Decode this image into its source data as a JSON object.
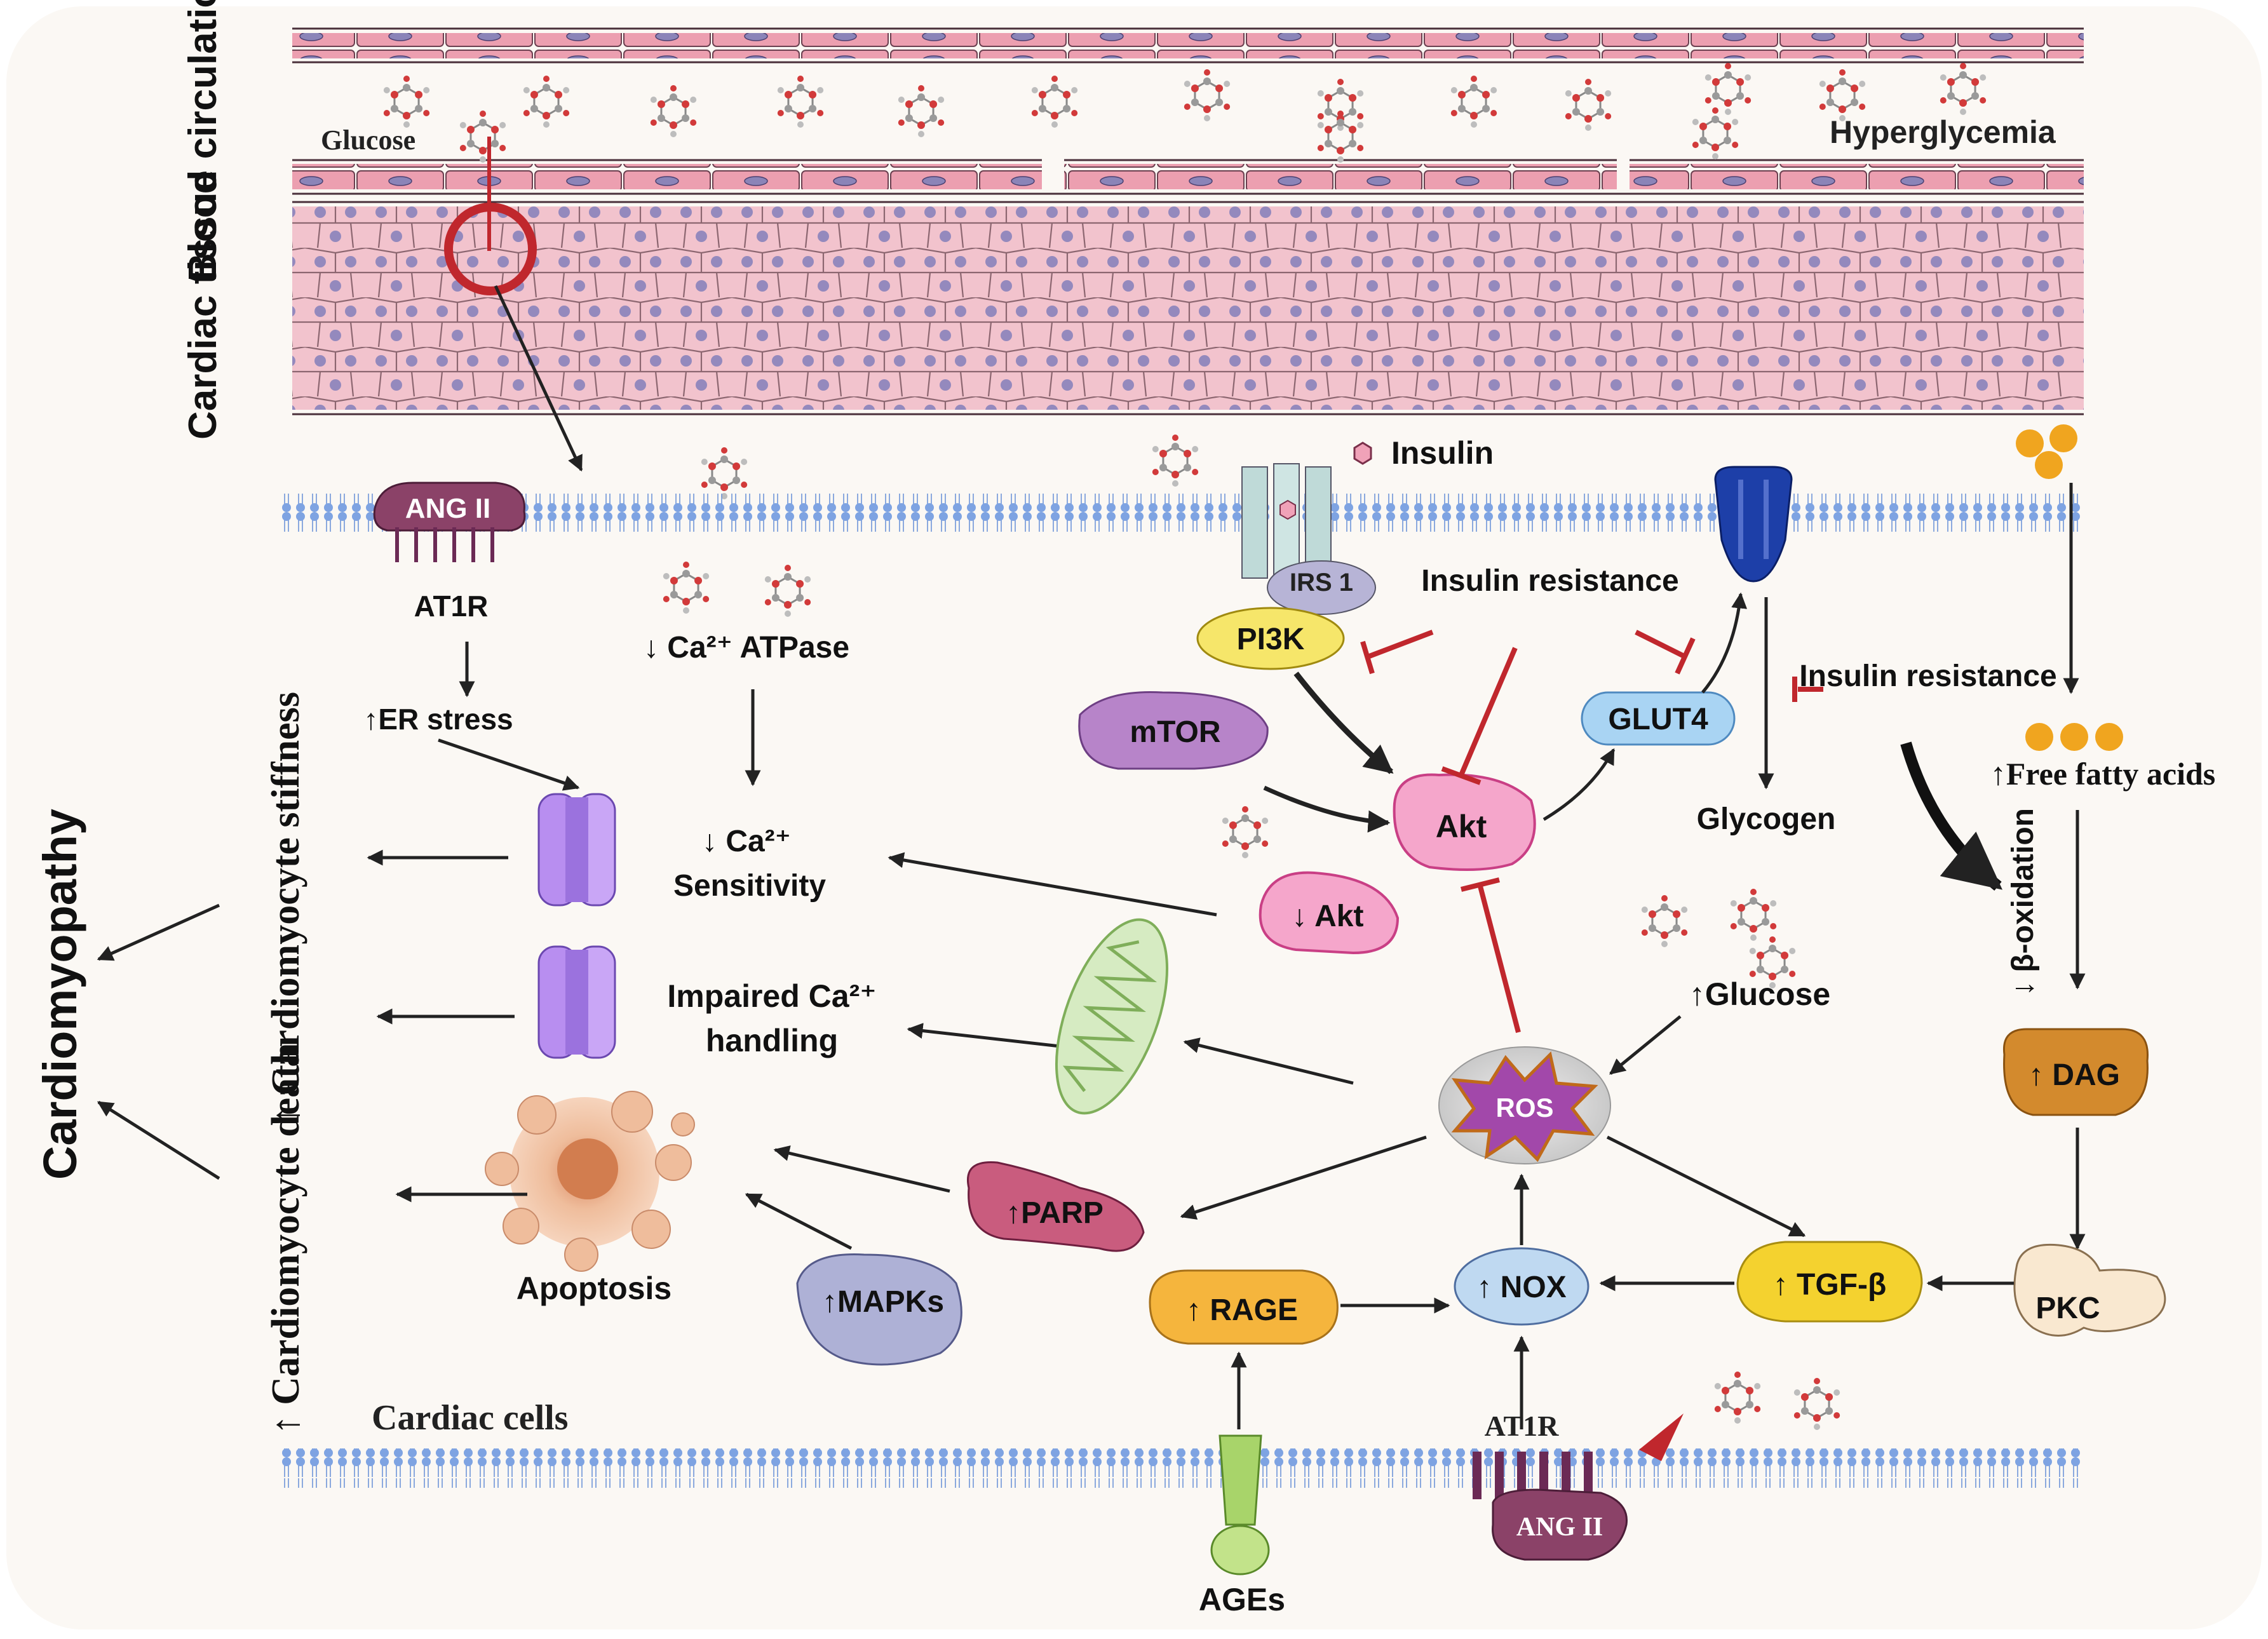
{
  "sections": {
    "blood_circulation": "Blood circulation",
    "cardiac_tissue": "Cardiac tissue",
    "cardiac_cells": "Cardiac cells"
  },
  "labels": {
    "glucose": "Glucose",
    "hyperglycemia": "Hyperglycemia",
    "insulin": "Insulin",
    "ang2_top": "ANG II",
    "at1r_top": "AT1R",
    "ca_atpase": "↓ Ca²⁺ ATPase",
    "er_stress": "↑ER stress",
    "ca_sensitivity_1": "↓ Ca²⁺",
    "ca_sensitivity_2": "Sensitivity",
    "impaired_1": "Impaired Ca²⁺",
    "impaired_2": "handling",
    "apoptosis": "Apoptosis",
    "stiffness": "↑ Cardiomyocyte stiffness",
    "death": "↑ Cardiomyocyte death",
    "cardiomyopathy": "Cardiomyopathy",
    "irs": "IRS 1",
    "pi3k": "PI3K",
    "mtor": "mTOR",
    "akt": "Akt",
    "akt_down": "↓ Akt",
    "glut4": "GLUT4",
    "insulin_resistance_1": "Insulin resistance",
    "insulin_resistance_2": "Insulin resistance",
    "glycogen": "Glycogen",
    "glucose_up": "↑Glucose",
    "ros": "ROS",
    "parp": "↑PARP",
    "mapks": "↑MAPKs",
    "rage": "↑ RAGE",
    "nox": "↑ NOX",
    "tgfb": "↑ TGF-β",
    "pkc": "PKC",
    "dag": "↑ DAG",
    "beta_ox": "↓ β-oxidation",
    "ffa": "↑Free fatty acids",
    "ages": "AGEs",
    "at1r_bottom": "AT1R",
    "ang2_bottom": "ANG II"
  },
  "colors": {
    "inhibit": "#c0272d",
    "arrow": "#222222",
    "membrane": "#6f95d8",
    "cell_fill": "#f4c5cf",
    "nucleus": "#9389bd"
  }
}
